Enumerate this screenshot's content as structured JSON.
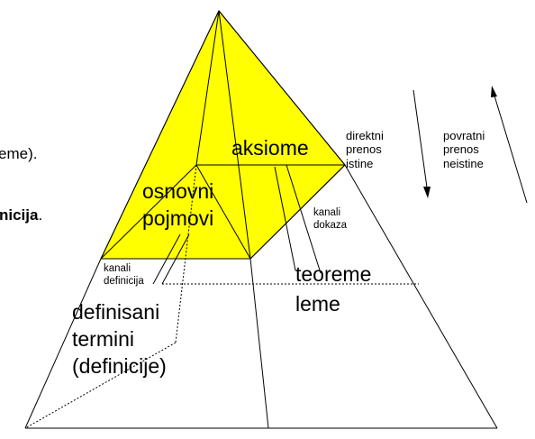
{
  "fragments": {
    "line1": "eme).",
    "line2_bold": "nicija",
    "line2_tail": "."
  },
  "labels": {
    "aksiome": "aksiome",
    "osnovni": "osnovni",
    "pojmovi": "pojmovi",
    "teoreme": "teoreme",
    "leme": "leme",
    "definisani": "definisani",
    "termini": "termini",
    "definicije": "(definicije)",
    "kanali_definicija_1": "kanali",
    "kanali_definicija_2": "definicija",
    "kanali_dokaza_1": "kanali",
    "kanali_dokaza_2": "dokaza",
    "direktni_1": "direktni",
    "direktni_2": "prenos",
    "direktni_3": "istine",
    "povratni_1": "povratni",
    "povratni_2": "prenos",
    "povratni_3": "neistine"
  },
  "colors": {
    "pyramid_top": "#ffff00",
    "lines": "#000000"
  }
}
